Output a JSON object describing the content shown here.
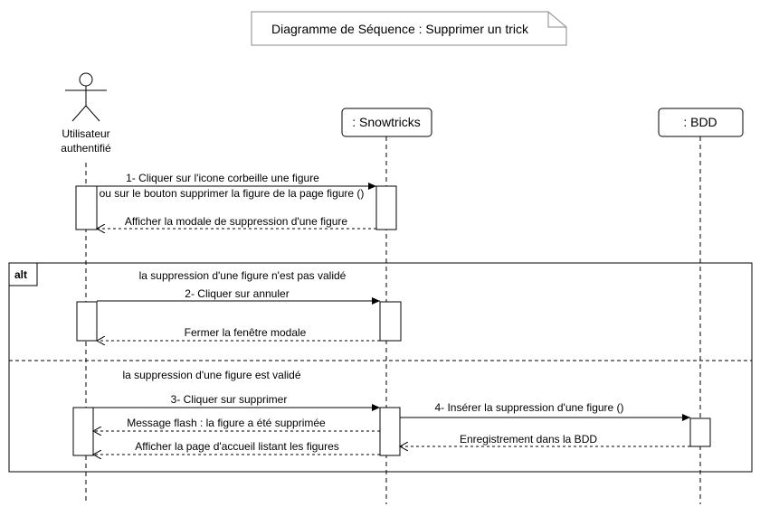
{
  "title": "Diagramme de Séquence : Supprimer un trick",
  "actor": {
    "line1": "Utilisateur",
    "line2": "authentifié"
  },
  "lifelines": {
    "app": ": Snowtricks",
    "db": ": BDD"
  },
  "messages": {
    "m1_line1": "1- Cliquer sur l'icone corbeille une figure",
    "m1_line2": "ou sur le bouton supprimer la figure de la page figure ()",
    "m1_return": "Afficher la modale de suppression d'une figure",
    "m2": "2- Cliquer sur annuler",
    "m2_return": "Fermer la fenêtre modale",
    "m3": "3- Cliquer sur supprimer",
    "m4": "4- Insérer la suppression  d'une figure ()",
    "m4_return": "Enregistrement dans la BDD",
    "m3_flash": "Message flash : la figure a été supprimée",
    "m3_return": "Afficher la page d'accueil listant les figures"
  },
  "fragment": {
    "operator": "alt",
    "guard1": "la suppression d'une figure n'est pas validé",
    "guard2": "la suppression d'une figure est validé"
  }
}
